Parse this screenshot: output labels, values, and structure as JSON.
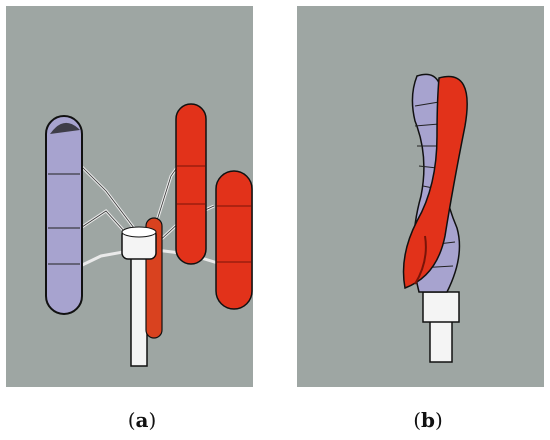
{
  "figure": {
    "panels": [
      {
        "id": "a",
        "caption_letter": "a",
        "image": "h-type-vertical-axis-wind-turbine-illustration"
      },
      {
        "id": "b",
        "caption_letter": "b",
        "image": "helical-savonius-wind-turbine-illustration"
      }
    ],
    "colors": {
      "panel_background": "#9ea6a3",
      "blade_lavender": "#a7a3cf",
      "blade_red": "#e2321a",
      "tower_white": "#f4f4f4",
      "outline": "#111111"
    }
  }
}
